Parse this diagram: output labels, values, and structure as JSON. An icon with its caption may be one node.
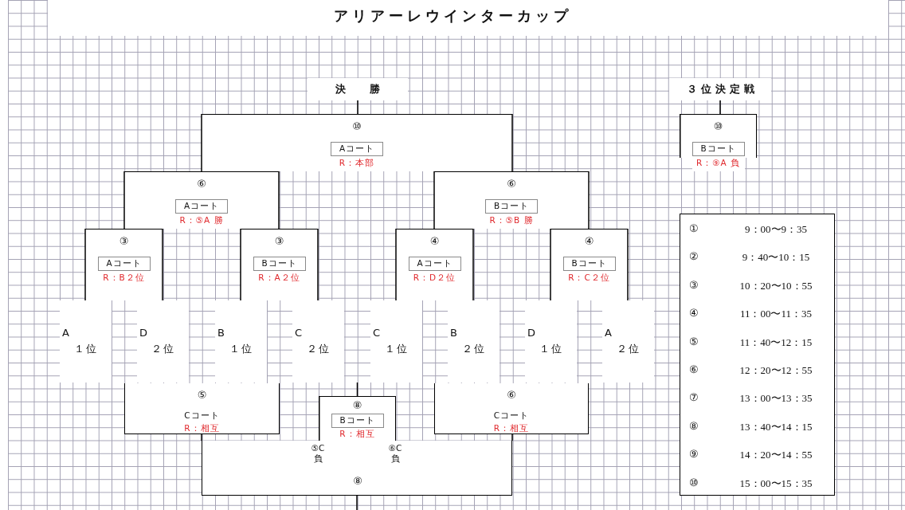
{
  "diagram": {
    "title": "アリアーレウインターカップ",
    "nodes": [
      {
        "text": [
          "決勝"
        ]
      },
      {
        "text": [
          "⑩",
          "Aコート",
          "R：本部"
        ]
      },
      {
        "text": [
          "⑥",
          "Aコート",
          "R：⑤A 勝"
        ]
      },
      {
        "text": [
          "⑥",
          "Bコート",
          "R：⑤B 勝"
        ]
      },
      {
        "text": [
          "③",
          "Aコート",
          "R：B２位"
        ]
      },
      {
        "text": [
          "③",
          "Bコート",
          "R：A２位"
        ]
      },
      {
        "text": [
          "④",
          "Aコート",
          "R：D２位"
        ]
      },
      {
        "text": [
          "④",
          "Bコート",
          "R：C２位"
        ]
      },
      {
        "text": [
          "A",
          "１位"
        ]
      },
      {
        "text": [
          "D",
          "２位"
        ]
      },
      {
        "text": [
          "B",
          "１位"
        ]
      },
      {
        "text": [
          "C",
          "２位"
        ]
      },
      {
        "text": [
          "C",
          "１位"
        ]
      },
      {
        "text": [
          "B",
          "２位"
        ]
      },
      {
        "text": [
          "D",
          "１位"
        ]
      },
      {
        "text": [
          "A",
          "２位"
        ]
      },
      {
        "text": [
          "⑤",
          "Cコート",
          "R：相互"
        ]
      },
      {
        "text": [
          "⑥",
          "Cコート",
          "R：相互"
        ]
      },
      {
        "text": [
          "⑧",
          "Bコート",
          "R：相互"
        ]
      },
      {
        "text": [
          "⑤C 負",
          "⑥C 負",
          "⑧"
        ]
      },
      {
        "text": [
          "３位決定戦"
        ]
      },
      {
        "text": [
          "⑩",
          "Bコート",
          "R：⑨A 負"
        ]
      },
      {
        "text": [
          "①",
          "9：00〜9：35",
          "②",
          "9：40〜10：15",
          "③",
          "10：20〜10：55",
          "④",
          "11：00〜11：35",
          "⑤",
          "11：40〜12：15",
          "⑥",
          "12：20〜12：55",
          "⑦",
          "13：00〜13：35",
          "⑧",
          "13：40〜14：15",
          "⑨",
          "14：20〜14：55",
          "⑩",
          "15：00〜15：35"
        ]
      }
    ],
    "edges": [
      {
        "from": 0,
        "to": 1,
        "arrow": "none"
      },
      {
        "from": 1,
        "to": 2,
        "arrow": "none"
      },
      {
        "from": 1,
        "to": 3,
        "arrow": "none"
      },
      {
        "from": 2,
        "to": 4,
        "arrow": "none"
      },
      {
        "from": 2,
        "to": 5,
        "arrow": "none"
      },
      {
        "from": 3,
        "to": 6,
        "arrow": "none"
      },
      {
        "from": 3,
        "to": 7,
        "arrow": "none"
      },
      {
        "from": 4,
        "to": 8,
        "arrow": "none"
      },
      {
        "from": 4,
        "to": 9,
        "arrow": "none"
      },
      {
        "from": 5,
        "to": 10,
        "arrow": "none"
      },
      {
        "from": 5,
        "to": 11,
        "arrow": "none"
      },
      {
        "from": 6,
        "to": 12,
        "arrow": "none"
      },
      {
        "from": 6,
        "to": 13,
        "arrow": "none"
      },
      {
        "from": 7,
        "to": 14,
        "arrow": "none"
      },
      {
        "from": 7,
        "to": 15,
        "arrow": "none"
      },
      {
        "from": 16,
        "to": 19,
        "arrow": "none"
      },
      {
        "from": 17,
        "to": 19,
        "arrow": "none"
      },
      {
        "from": null,
        "to": 18,
        "arrow": "none"
      },
      {
        "from": 19,
        "to": null,
        "arrow": "none"
      },
      {
        "from": 20,
        "to": 21,
        "arrow": "none"
      }
    ]
  }
}
